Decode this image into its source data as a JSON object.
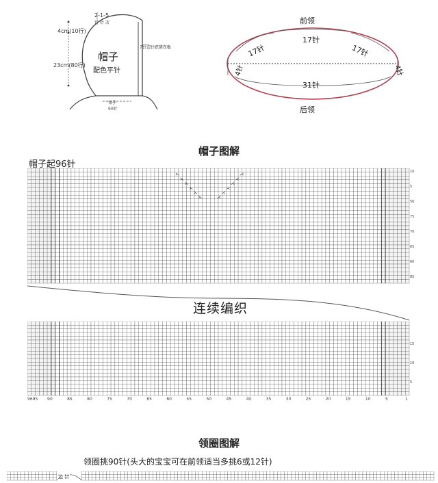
{
  "hood": {
    "dims_top": "2-1-5",
    "dims_top2": "行 针 次",
    "left_4cm": "4cm(10行)",
    "left_23cm": "23cm(80行)",
    "title": "帽子",
    "subtitle": "配色平针",
    "edge_note": "7针边针织搓衣板",
    "bottom_label1": "领子",
    "bottom_label2": "90针"
  },
  "neck": {
    "front_label": "前领",
    "back_label": "后领",
    "front_stitches": "17针",
    "left_upper": "17针",
    "right_upper": "17针",
    "left_side": "4针",
    "right_side": "4针",
    "back_stitches": "31针"
  },
  "hood_chart": {
    "title": "帽子图解",
    "cast_on": "帽子起96针",
    "continue_label": "连续编织",
    "right_row_labels": [
      "10",
      "5",
      "50",
      "75",
      "70",
      "65",
      "60",
      "85"
    ],
    "lower_right_labels": [
      "15",
      "10",
      "5"
    ],
    "x_axis_labels": [
      "9695",
      "90",
      "85",
      "80",
      "75",
      "70",
      "65",
      "60",
      "55",
      "50",
      "45",
      "40",
      "35",
      "30",
      "25",
      "20",
      "15",
      "10",
      "5",
      "1"
    ]
  },
  "collar": {
    "title": "领圈图解",
    "subtitle": "领圈挑90针(头大的宝宝可在前领适当多挑6或12针)",
    "label": "边 针"
  }
}
